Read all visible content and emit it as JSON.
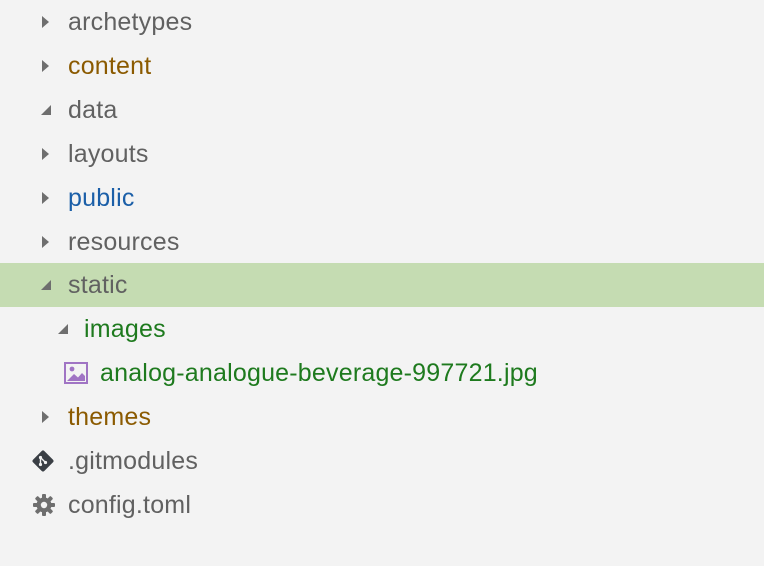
{
  "explorer": {
    "items": [
      {
        "label": "archetypes",
        "color": "#616161",
        "state": "collapsed"
      },
      {
        "label": "content",
        "color": "#8b5a00",
        "state": "collapsed"
      },
      {
        "label": "data",
        "color": "#616161",
        "state": "expanded"
      },
      {
        "label": "layouts",
        "color": "#616161",
        "state": "collapsed"
      },
      {
        "label": "public",
        "color": "#1b5fa8",
        "state": "collapsed"
      },
      {
        "label": "resources",
        "color": "#616161",
        "state": "collapsed"
      },
      {
        "label": "static",
        "color": "#616161",
        "state": "expanded",
        "selected": true
      },
      {
        "label": "images",
        "color": "#1e7a1e",
        "state": "expanded"
      },
      {
        "label": "analog-analogue-beverage-997721.jpg",
        "color": "#1e7a1e",
        "icon": "image-file-icon"
      },
      {
        "label": "themes",
        "color": "#8b5a00",
        "state": "collapsed"
      },
      {
        "label": ".gitmodules",
        "color": "#616161",
        "icon": "git-file-icon"
      },
      {
        "label": "config.toml",
        "color": "#616161",
        "icon": "gear-icon"
      }
    ]
  },
  "colors": {
    "selection": "#c5dcb2",
    "background": "#f3f3f3"
  }
}
